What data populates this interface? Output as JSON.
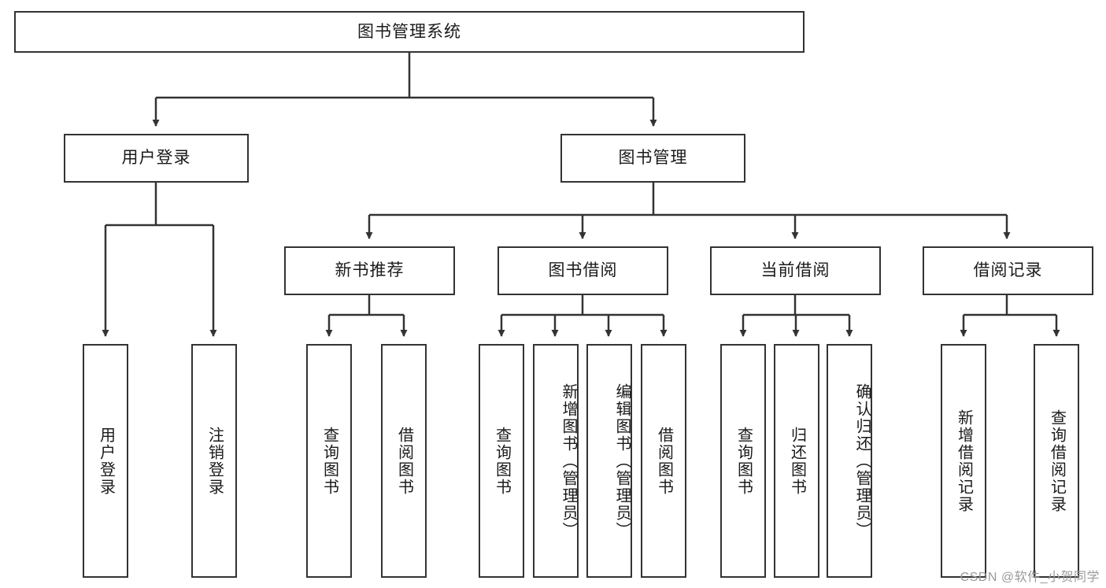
{
  "diagram": {
    "title": "图书管理系统",
    "type": "tree-hierarchy",
    "orientation": "top-down",
    "line_color": "#333333",
    "box_fill": "#ffffff",
    "text_color": "#1a1a1a",
    "root": {
      "label": "图书管理系统",
      "id": "root"
    },
    "level2": [
      {
        "id": "user-login",
        "label": "用户登录"
      },
      {
        "id": "book-management",
        "label": "图书管理"
      }
    ],
    "level3": [
      {
        "id": "new-book-recommend",
        "label": "新书推荐",
        "parent": "book-management"
      },
      {
        "id": "book-borrow",
        "label": "图书借阅",
        "parent": "book-management"
      },
      {
        "id": "current-borrow",
        "label": "当前借阅",
        "parent": "book-management"
      },
      {
        "id": "borrow-record",
        "label": "借阅记录",
        "parent": "book-management"
      }
    ],
    "leaves": [
      {
        "id": "leaf-user-login",
        "label": "用户登录",
        "parent": "user-login"
      },
      {
        "id": "leaf-logout-login",
        "label": "注销登录",
        "parent": "user-login"
      },
      {
        "id": "leaf-query-book-1",
        "label": "查询图书",
        "parent": "new-book-recommend"
      },
      {
        "id": "leaf-borrow-book-1",
        "label": "借阅图书",
        "parent": "new-book-recommend"
      },
      {
        "id": "leaf-query-book-2",
        "label": "查询图书",
        "parent": "book-borrow"
      },
      {
        "id": "leaf-add-book",
        "label": "新增图书（管理员）",
        "parent": "book-borrow"
      },
      {
        "id": "leaf-edit-book",
        "label": "编辑图书（管理员）",
        "parent": "book-borrow"
      },
      {
        "id": "leaf-borrow-book-2",
        "label": "借阅图书",
        "parent": "book-borrow"
      },
      {
        "id": "leaf-query-book-3",
        "label": "查询图书",
        "parent": "current-borrow"
      },
      {
        "id": "leaf-return-book",
        "label": "归还图书",
        "parent": "current-borrow"
      },
      {
        "id": "leaf-confirm-return",
        "label": "确认归还（管理员）",
        "parent": "current-borrow"
      },
      {
        "id": "leaf-add-record",
        "label": "新增借阅记录",
        "parent": "borrow-record"
      },
      {
        "id": "leaf-query-record",
        "label": "查询借阅记录",
        "parent": "borrow-record"
      }
    ]
  },
  "watermark": {
    "text": "CSDN @软件_小贺同学"
  }
}
